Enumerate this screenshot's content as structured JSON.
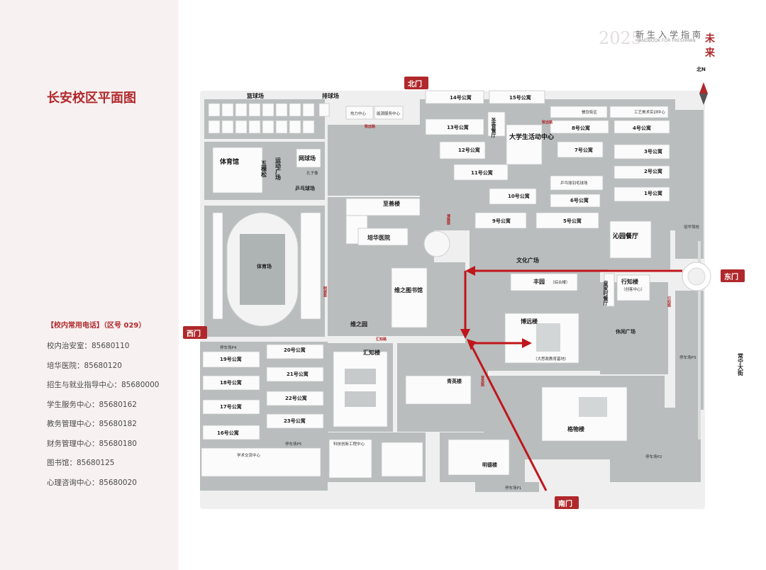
{
  "header": {
    "year": "2025",
    "title": "新生入学指南",
    "subtitle": "HANDBOOK FOR FRESHMAN",
    "mark": "未来"
  },
  "sidebar": {
    "map_title": "长安校区平面图",
    "phones_title": "【校内常用电话】（区号 029）",
    "phones": [
      "校内治安室：85680110",
      "培华医院：85680120",
      "招生与就业指导中心：85680000",
      "学生服务中心：85680162",
      "教务管理中心：85680182",
      "财务管理中心：85680180",
      "图书馆：85680125",
      "心理咨询中心：85680020"
    ]
  },
  "map": {
    "compass": "北N",
    "street": "常宁大街",
    "gates": {
      "north": "北门",
      "east": "东门",
      "west": "西门",
      "south": "南门"
    },
    "places": {
      "basketball": "篮球场",
      "volleyball": "排球场",
      "heating": "热力中心",
      "energy": "能源服务中心",
      "gym": "体育馆",
      "wuke": "五棵松",
      "activity": "运动广场",
      "tennis": "网球场",
      "confucius": "孔子像",
      "pingpong": "乒乓球场",
      "stadium": "体育场",
      "zhishan": "至善楼",
      "hospital": "培华医院",
      "weizhiyuan": "维之园",
      "library": "维之图书馆",
      "huizhi": "汇知楼",
      "qingying": "青英楼",
      "academic": "学术交流中心",
      "innovation": "科技创新工程中心",
      "mingde": "明德楼",
      "gewu": "格物楼",
      "boyuan": "博远楼",
      "boyuan_sub": "（大思政教育基地）",
      "fengyuan": "丰园",
      "fengyuan_sub": "（综合楼）",
      "culture_square": "文化广场",
      "leisure_square": "休闲广场",
      "xingzhi": "行知楼",
      "xingzhi_sub": "（创客中心）",
      "qinyuan": "沁园餐厅",
      "student_center": "大学生活动中心",
      "shengxiang": "圣香餐厅",
      "badminton": "乒乓球羽毛球场",
      "canteen_street": "餐饮街区",
      "art_center": "工艺美术实训中心",
      "huangjia": "皇家时餐厅",
      "peihua_school": "培华驾校",
      "dorms": [
        "14号公寓",
        "15号公寓",
        "13号公寓",
        "8号公寓",
        "4号公寓",
        "12号公寓",
        "7号公寓",
        "3号公寓",
        "11号公寓",
        "2号公寓",
        "1号公寓",
        "10号公寓",
        "6号公寓",
        "9号公寓",
        "5号公寓",
        "20号公寓",
        "19号公寓",
        "21号公寓",
        "18号公寓",
        "22号公寓",
        "17号公寓",
        "23号公寓",
        "16号公寓"
      ],
      "parking": [
        "停车场P4",
        "停车场P5",
        "停车场P1",
        "停车场P2",
        "停车场P3"
      ],
      "roads": [
        "致远路",
        "致远路",
        "博雅路",
        "明德路",
        "汇知路",
        "育英路",
        "行知路"
      ]
    }
  },
  "colors": {
    "accent": "#b0282b",
    "sidebar_bg": "#f8f1f1",
    "arrow": "#c0161b"
  }
}
